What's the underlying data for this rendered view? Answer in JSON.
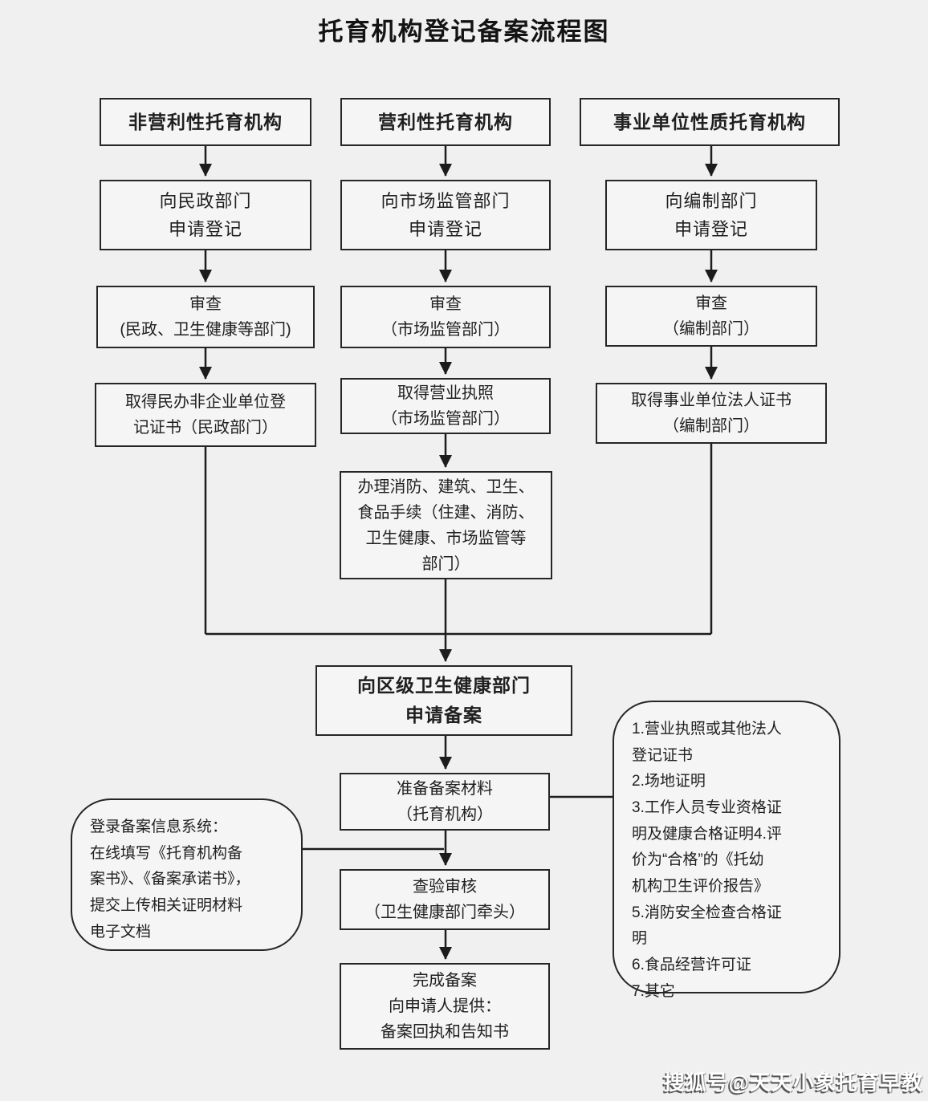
{
  "title": "托育机构登记备案流程图",
  "columns": [
    {
      "org": "非营利性托育机构",
      "apply": "向民政部门\n申请登记",
      "review": "审查\n(民政、卫生健康等部门)",
      "obtain": "取得民办非企业单位登\n记证书（民政部门）"
    },
    {
      "org": "营利性托育机构",
      "apply": "向市场监管部门\n申请登记",
      "review": "审查\n（市场监管部门）",
      "obtain": "取得营业执照\n（市场监管部门）"
    },
    {
      "org": "事业单位性质托育机构",
      "apply": "向编制部门\n申请登记",
      "review": "审查\n（编制部门）",
      "obtain": "取得事业单位法人证书\n（编制部门）"
    }
  ],
  "center": {
    "procedures": "办理消防、建筑、卫生、\n食品手续（住建、消防、\n卫生健康、市场监管等\n部门）",
    "apply_filing": "向区级卫生健康部门\n申请备案",
    "prepare_materials": "准备备案材料\n（托育机构）",
    "verify": "查验审核\n（卫生健康部门牵头）",
    "complete": "完成备案\n向申请人提供：\n备案回执和告知书"
  },
  "notes": {
    "login_system": "登录备案信息系统：\n在线填写《托育机构备\n案书》、《备案承诺书》，\n提交上传相关证明材料\n电子文档",
    "materials_list": "1.营业执照或其他法人\n登记证书\n2.场地证明\n3.工作人员专业资格证\n明及健康合格证明4.评\n价为“合格”的《托幼\n机构卫生评价报告》\n5.消防安全检查合格证\n明\n6.食品经营许可证\n7.其它"
  },
  "watermark": "搜狐号@天天小象托育早教",
  "colors": {
    "background": "#f0f0f0",
    "box_background": "#f5f5f5",
    "box_border": "#262626",
    "text": "#1f1f1f",
    "line": "#1c1c1c",
    "watermark_fill": "#ffffff",
    "watermark_shadow": "#282828"
  }
}
